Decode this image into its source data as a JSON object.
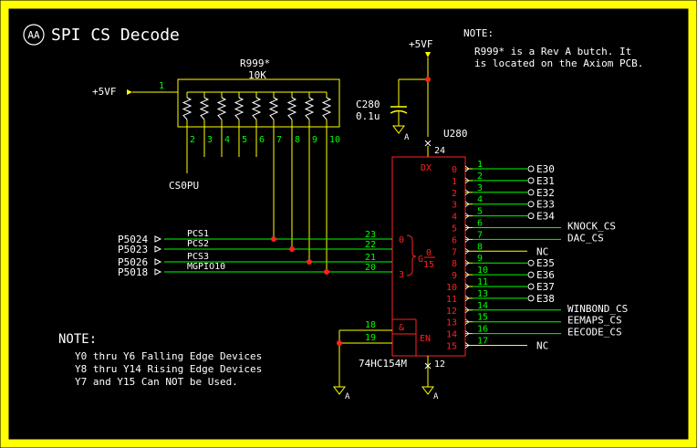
{
  "colors": {
    "border": "#ffff00",
    "background": "#000000",
    "text": "#ffffff",
    "net": "#00ff00",
    "symbol": "#ffff00",
    "part": "#ff2020",
    "junction": "#ff2020"
  },
  "header": {
    "badge": "AA",
    "title": "SPI CS Decode"
  },
  "note_top": {
    "heading": "NOTE:",
    "lines": [
      "R999* is a Rev A butch. It",
      "is located on the Axiom PCB."
    ]
  },
  "note_bottom": {
    "heading": "NOTE:",
    "lines": [
      "Y0 thru Y6 Falling Edge Devices",
      "Y8 thru Y14 Rising Edge Devices",
      "Y7 and Y15 Can NOT be Used."
    ]
  },
  "resistor_pack": {
    "ref": "R999*",
    "value": "10K",
    "supply": "+5VF",
    "common_pin": "1",
    "pins": [
      "2",
      "3",
      "4",
      "5",
      "6",
      "7",
      "8",
      "9",
      "10"
    ],
    "net": "CS0PU"
  },
  "capacitor": {
    "ref": "C280",
    "value": "0.1u",
    "supply": "+5VF",
    "vcc_pin": "24",
    "gnd": "A"
  },
  "decoder": {
    "ref": "U280",
    "part": "74HC154M",
    "dx_label": "DX",
    "g_label": "G",
    "g_range": "0",
    "g_range_bottom": "15",
    "in_first": "0",
    "in_last": "3",
    "en_label": "EN",
    "and_label": "&",
    "gnd_pin": "12",
    "gnd": "A"
  },
  "inputs": [
    {
      "port": "P5024",
      "net": "PCS1",
      "pin": "23"
    },
    {
      "port": "P5023",
      "net": "PCS2",
      "pin": "22"
    },
    {
      "port": "P5026",
      "net": "PCS3",
      "pin": "21"
    },
    {
      "port": "P5018",
      "net": "MGPIO10",
      "pin": "20"
    }
  ],
  "enable_pins": [
    "18",
    "19"
  ],
  "enable_gnd": "A",
  "outputs": [
    {
      "index": "0",
      "pin": "1",
      "label": "E30",
      "offpage": true
    },
    {
      "index": "1",
      "pin": "2",
      "label": "E31",
      "offpage": true
    },
    {
      "index": "2",
      "pin": "3",
      "label": "E32",
      "offpage": true
    },
    {
      "index": "3",
      "pin": "4",
      "label": "E33",
      "offpage": true
    },
    {
      "index": "4",
      "pin": "5",
      "label": "E34",
      "offpage": true
    },
    {
      "index": "5",
      "pin": "6",
      "label": "KNOCK_CS",
      "offpage": false
    },
    {
      "index": "6",
      "pin": "7",
      "label": "DAC_CS",
      "offpage": false
    },
    {
      "index": "7",
      "pin": "8",
      "label": "NC",
      "offpage": false
    },
    {
      "index": "8",
      "pin": "9",
      "label": "E35",
      "offpage": true
    },
    {
      "index": "9",
      "pin": "10",
      "label": "E36",
      "offpage": true
    },
    {
      "index": "10",
      "pin": "11",
      "label": "E37",
      "offpage": true
    },
    {
      "index": "11",
      "pin": "13",
      "label": "E38",
      "offpage": true
    },
    {
      "index": "12",
      "pin": "14",
      "label": "WINBOND_CS",
      "offpage": false
    },
    {
      "index": "13",
      "pin": "15",
      "label": "EEMAPS_CS",
      "offpage": false
    },
    {
      "index": "14",
      "pin": "16",
      "label": "EECODE_CS",
      "offpage": false
    },
    {
      "index": "15",
      "pin": "17",
      "label": "NC",
      "offpage": false
    }
  ]
}
